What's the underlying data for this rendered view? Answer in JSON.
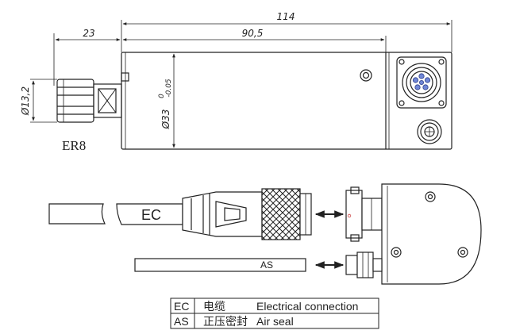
{
  "dimensions": {
    "overall_length": "114",
    "collet_offset": "23",
    "body_length": "90,5",
    "collet_diameter": "Ø13,2",
    "body_diameter": "Ø33",
    "body_tol_upper": "0",
    "body_tol_lower": "-0.05"
  },
  "labels": {
    "collet": "ER8",
    "electrical_cable": "EC",
    "air_hose": "AS"
  },
  "legend": {
    "rows": [
      {
        "code": "EC",
        "chinese": "电缆",
        "english": "Electrical connection"
      },
      {
        "code": "AS",
        "chinese": "正压密封",
        "english": "Air seal"
      }
    ]
  },
  "colors": {
    "line": "#222222",
    "connector_pin": "#6f86d6",
    "background": "#ffffff"
  }
}
